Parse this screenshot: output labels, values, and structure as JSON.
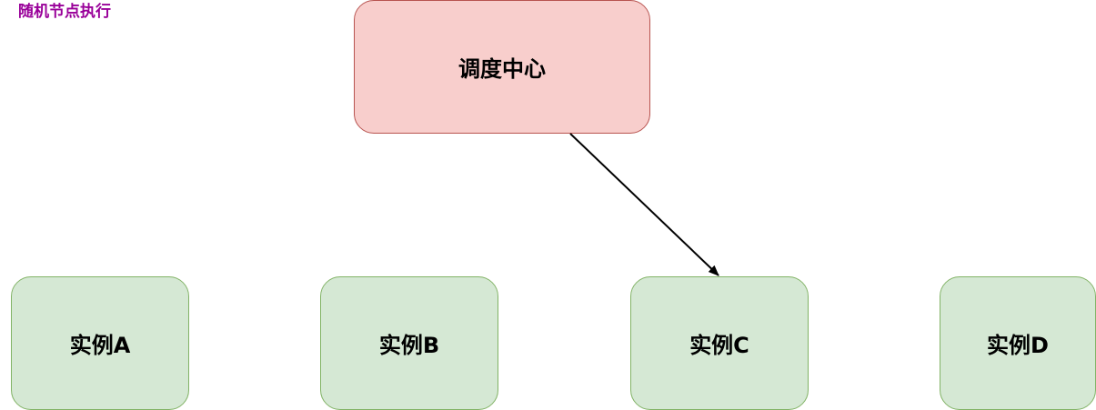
{
  "title": "随机节点执行",
  "colors": {
    "title": "#990099",
    "scheduler_fill": "#f8cecc",
    "instance_fill": "#d5e8d4",
    "arrow": "#000000"
  },
  "scheduler": {
    "label": "调度中心"
  },
  "instances": [
    {
      "label": "实例A"
    },
    {
      "label": "实例B"
    },
    {
      "label": "实例C"
    },
    {
      "label": "实例D"
    }
  ],
  "edges": [
    {
      "from": "调度中心",
      "to": "实例C"
    }
  ]
}
